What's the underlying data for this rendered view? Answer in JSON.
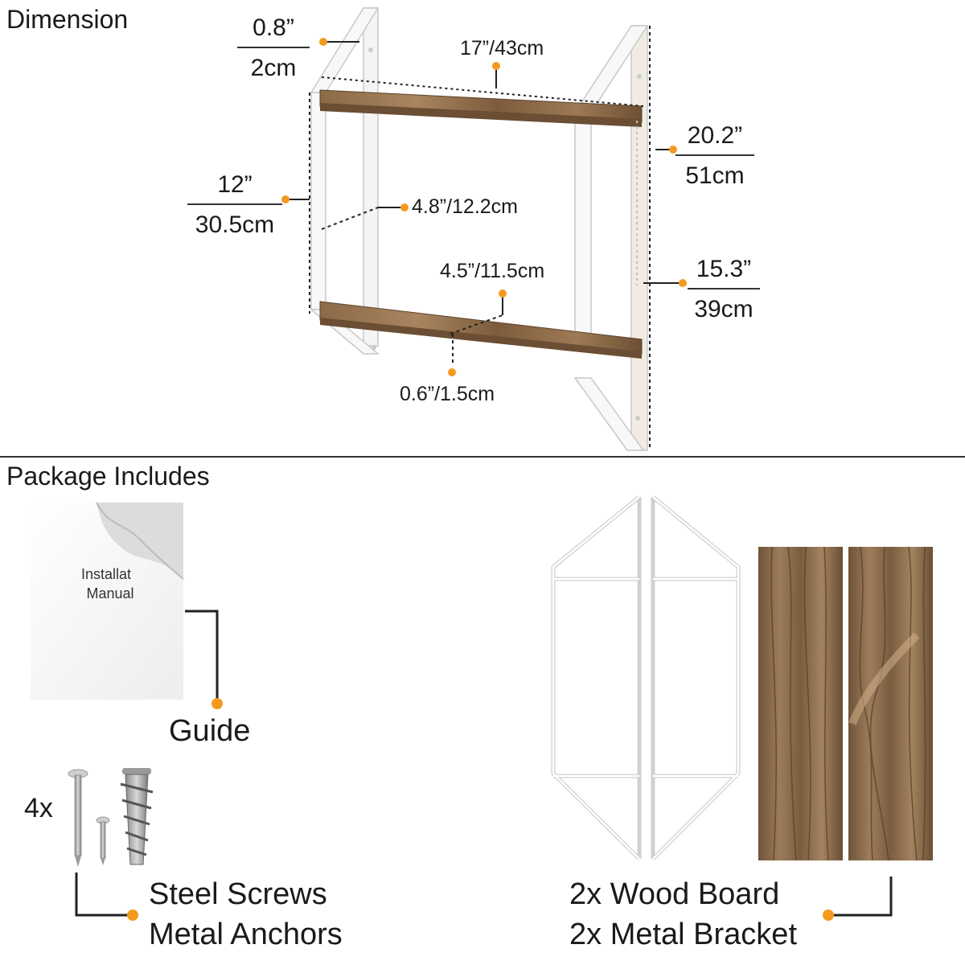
{
  "sections": {
    "dimension_title": "Dimension",
    "package_title": "Package Includes"
  },
  "dimensions": {
    "bracket_width_in": "0.8”",
    "bracket_width_cm": "2cm",
    "length": "17”/43cm",
    "total_height_in": "20.2”",
    "total_height_cm": "51cm",
    "shelf_gap_in": "12”",
    "shelf_gap_cm": "30.5cm",
    "bracket_depth": "4.8”/12.2cm",
    "shelf_depth": "4.5”/11.5cm",
    "lower_height_in": "15.3”",
    "lower_height_cm": "39cm",
    "board_thickness": "0.6”/1.5cm"
  },
  "package": {
    "manual_line1": "Installat",
    "manual_line2": "Manual",
    "guide_label": "Guide",
    "screw_qty": "4x",
    "screws_line1": "Steel Screws",
    "screws_line2": "Metal Anchors",
    "parts_line1": "2x Wood Board",
    "parts_line2": "2x Metal Bracket"
  },
  "colors": {
    "accent_dot": "#f39a1e",
    "wood_dark": "#7a5a3a",
    "wood_light": "#b08a62",
    "divider": "#333333"
  }
}
